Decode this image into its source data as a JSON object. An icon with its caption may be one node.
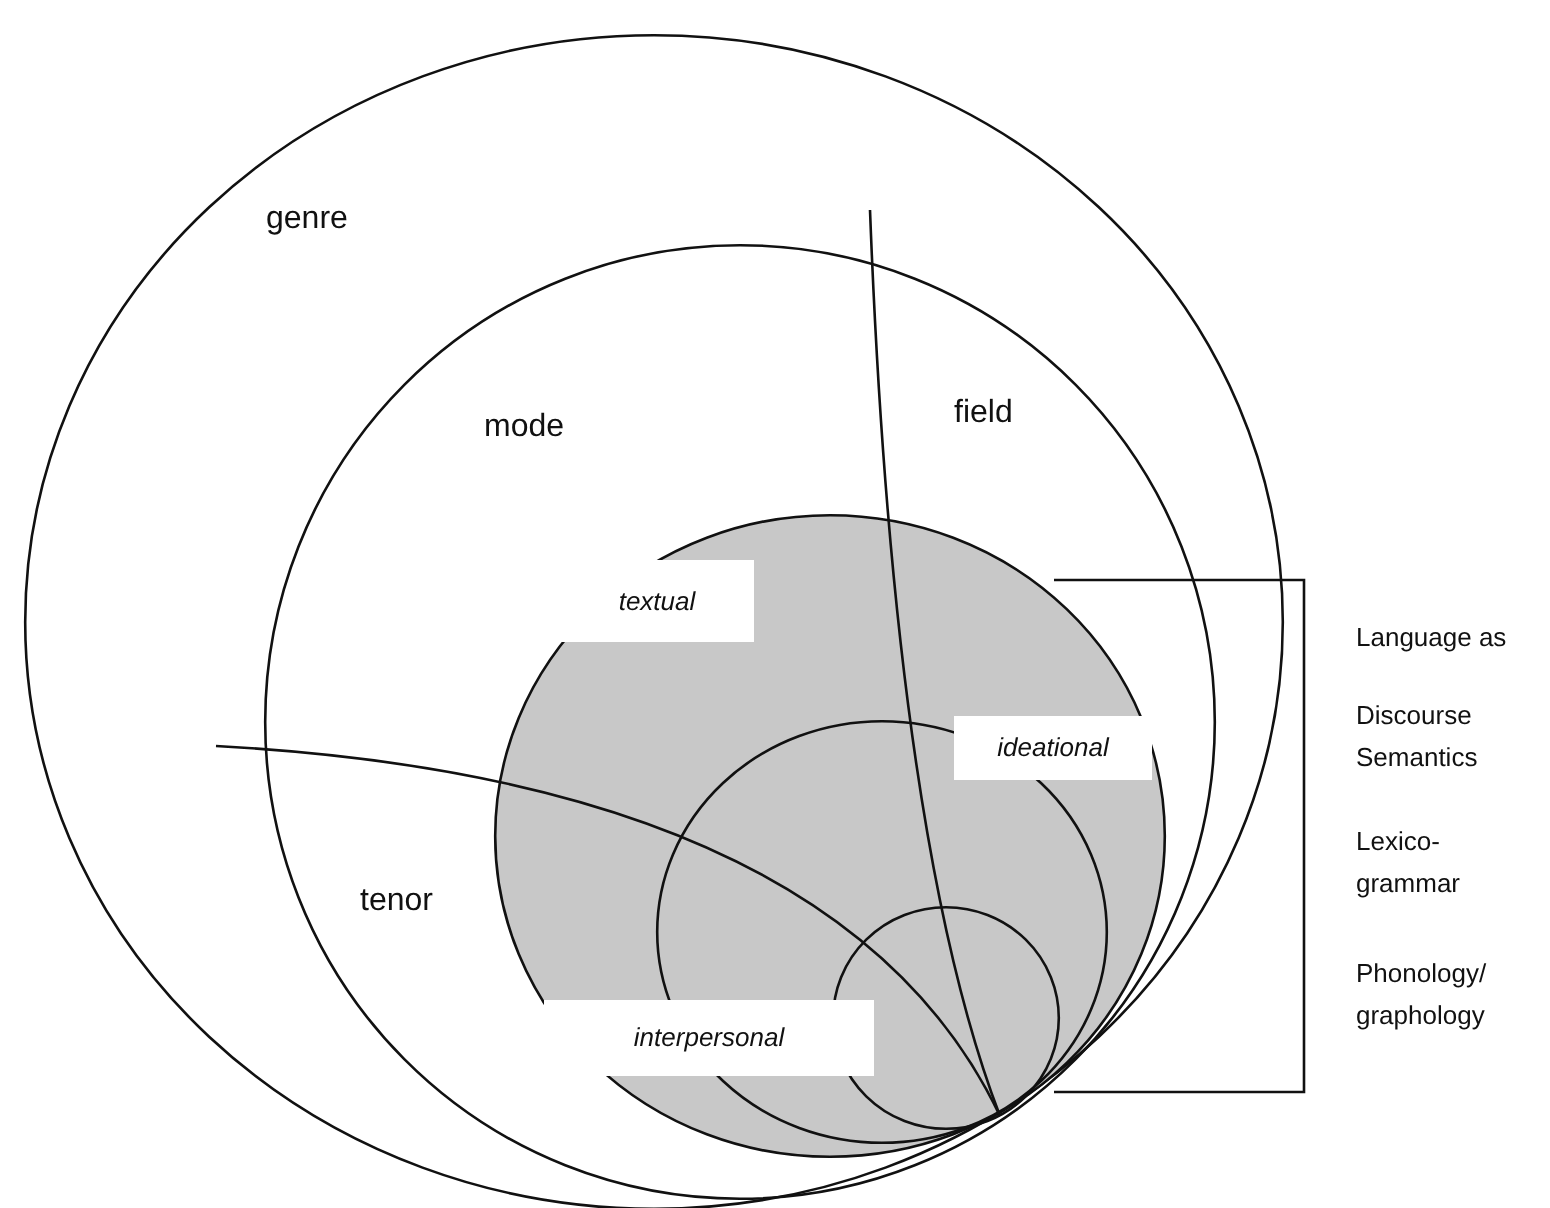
{
  "diagram": {
    "nodes": [
      {
        "text": [
          "genre"
        ]
      },
      {
        "text": [
          "mode",
          "field",
          "tenor"
        ],
        "in": 0
      },
      {
        "text": [],
        "shape": "circle",
        "in": 1
      },
      {
        "text": [],
        "shape": "circle",
        "in": 2
      },
      {
        "text": [],
        "shape": "circle",
        "in": 3
      },
      {
        "text": [
          "textual"
        ],
        "in": 2
      },
      {
        "text": [
          "ideational"
        ],
        "in": 2
      },
      {
        "text": [
          "interpersonal"
        ],
        "in": 2
      }
    ],
    "labels": [
      "Language as",
      "Discourse Semantics",
      "Lexico-grammar",
      "Phonology/ graphology"
    ]
  }
}
